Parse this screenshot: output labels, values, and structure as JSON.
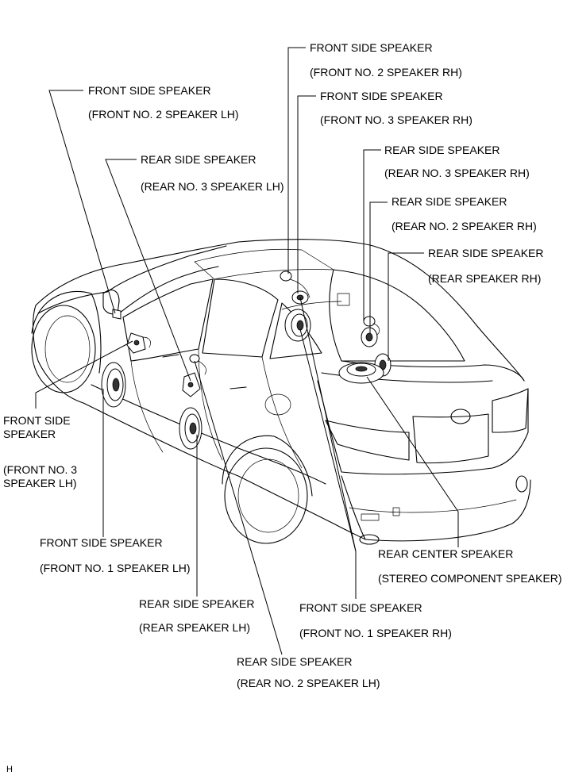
{
  "labels": {
    "front_no2_rh_name": "FRONT SIDE SPEAKER",
    "front_no2_rh_sub": "(FRONT NO. 2 SPEAKER RH)",
    "front_no3_rh_name": "FRONT SIDE SPEAKER",
    "front_no3_rh_sub": "(FRONT NO. 3 SPEAKER RH)",
    "front_no2_lh_name": "FRONT SIDE SPEAKER",
    "front_no2_lh_sub": "(FRONT NO. 2 SPEAKER LH)",
    "rear_no3_lh_name": "REAR SIDE SPEAKER",
    "rear_no3_lh_sub": "(REAR NO. 3 SPEAKER LH)",
    "rear_no3_rh_name": "REAR SIDE SPEAKER",
    "rear_no3_rh_sub": "(REAR NO. 3 SPEAKER RH)",
    "rear_no2_rh_name": "REAR SIDE SPEAKER",
    "rear_no2_rh_sub": "(REAR NO. 2 SPEAKER RH)",
    "rear_rh_name": "REAR SIDE SPEAKER",
    "rear_rh_sub": "(REAR SPEAKER RH)",
    "front_no3_lh_name_1": "FRONT SIDE",
    "front_no3_lh_name_2": "SPEAKER",
    "front_no3_lh_sub_1": "(FRONT NO. 3",
    "front_no3_lh_sub_2": "SPEAKER LH)",
    "front_no1_lh_name": "FRONT SIDE SPEAKER",
    "front_no1_lh_sub": "(FRONT NO. 1 SPEAKER LH)",
    "rear_center_name": "REAR CENTER SPEAKER",
    "rear_center_sub": "(STEREO COMPONENT SPEAKER)",
    "rear_lh_name": "REAR SIDE SPEAKER",
    "rear_lh_sub": "(REAR SPEAKER LH)",
    "front_no1_rh_name": "FRONT SIDE SPEAKER",
    "front_no1_rh_sub": "(FRONT NO. 1 SPEAKER RH)",
    "rear_no2_lh_name": "REAR SIDE SPEAKER",
    "rear_no2_lh_sub": "(REAR NO. 2 SPEAKER LH)"
  },
  "footer": {
    "code": "H"
  }
}
